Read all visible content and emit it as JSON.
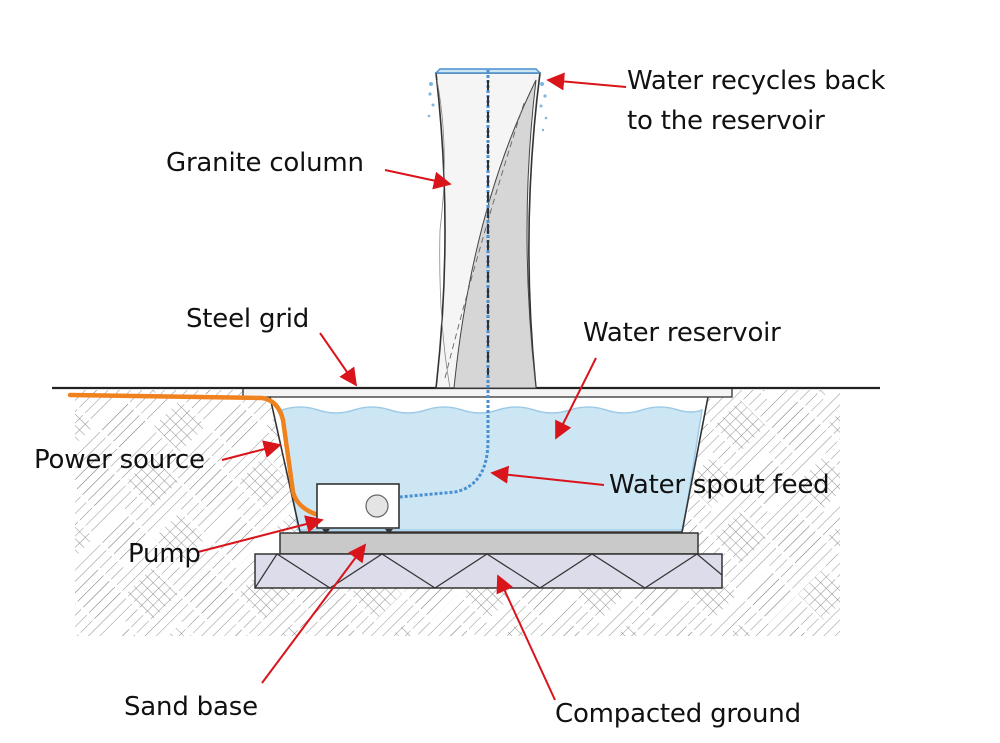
{
  "colors": {
    "arrow": "#d9141b",
    "water": "#cde6f4",
    "water_surface": "#9fcbe8",
    "cable": "#f0821e",
    "hatch": "#9a9a9a",
    "column": "#e6e6e6",
    "slab": "#c9c9c9",
    "sand": "#dcdcea",
    "pipe": "#4a8fd0"
  },
  "labels": {
    "water_recycles": [
      "Water recycles back",
      "to the reservoir"
    ],
    "granite_column": "Granite column",
    "steel_grid": "Steel grid",
    "water_reservoir": "Water reservoir",
    "power_source": "Power source",
    "water_spout_feed": "Water spout feed",
    "pump": "Pump",
    "sand_base": "Sand base",
    "compacted_ground": "Compacted ground"
  },
  "icons": [
    "arrow-icon",
    "pump-icon",
    "fan-icon"
  ]
}
